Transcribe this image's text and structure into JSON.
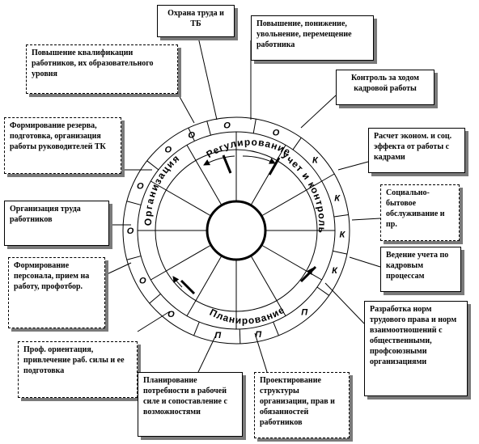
{
  "boxes": {
    "labor_protection": "Охрана труда и ТБ",
    "promotion": "Повышение, понижение, увольнение, перемещение работника",
    "qualification": "Повышение квалификации работников, их образовательного уровня",
    "control_personnel": "Контроль за ходом кадровой работы",
    "reserve": "Формирование резерва, подготовка, организация работы руководителей ТК",
    "efficiency": "Расчет эконом. и соц. эффекта от работы с кадрами",
    "social": "Социально-бытовое обслуживание и пр.",
    "labor_org": "Организация труда работников",
    "accounting": "Ведение учета по кадровым процессам",
    "formation": "Формирование персонала, прием на работу, профотбор.",
    "norms": "Разработка норм трудового права и норм взаимоотношений с общественными, профсоюзными организациями",
    "orientation": "Проф. ориентация, привлечение раб. силы и ее подготовка",
    "planning_need": "Планирование потребности в рабочей силе и сопоставление с возможностями",
    "structure": "Проектирование структуры организации, прав и обязанностей работников"
  },
  "arcs": {
    "organization": "Организация",
    "regulation": "Регулирование",
    "accounting_control": "Учет и контроль",
    "planning": "Планирование"
  },
  "ring_letters": [
    "О",
    "О",
    "О",
    "К",
    "К",
    "К",
    "К",
    "П",
    "П",
    "П",
    "О",
    "О",
    "О",
    "О",
    "О"
  ]
}
